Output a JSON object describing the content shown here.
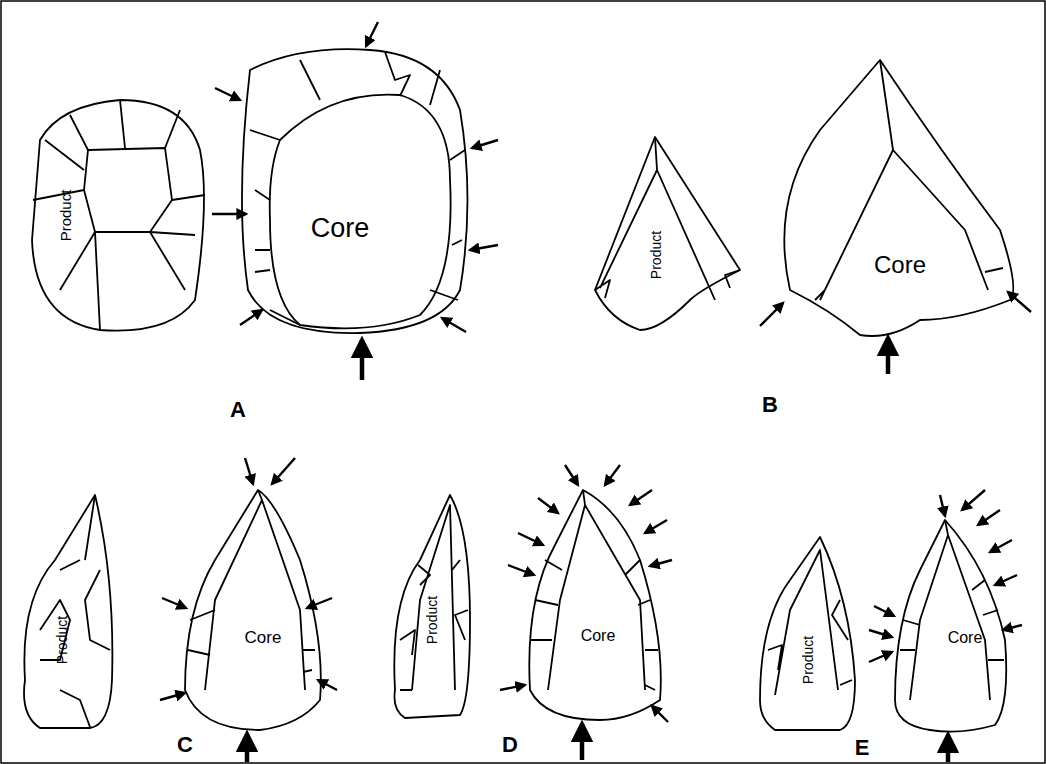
{
  "diagram": {
    "nodes": [
      {
        "text": [
          "Product"
        ]
      },
      {
        "text": [
          "Core"
        ]
      },
      {
        "text": [
          "Product"
        ]
      },
      {
        "text": [
          "Core"
        ]
      },
      {
        "text": [
          "Product"
        ]
      },
      {
        "text": [
          "Core"
        ]
      },
      {
        "text": [
          "Product"
        ]
      },
      {
        "text": [
          "Core"
        ]
      },
      {
        "text": [
          "Product"
        ]
      },
      {
        "text": [
          "Core"
        ]
      }
    ],
    "labels": [
      "A",
      "B",
      "C",
      "D",
      "E"
    ]
  }
}
